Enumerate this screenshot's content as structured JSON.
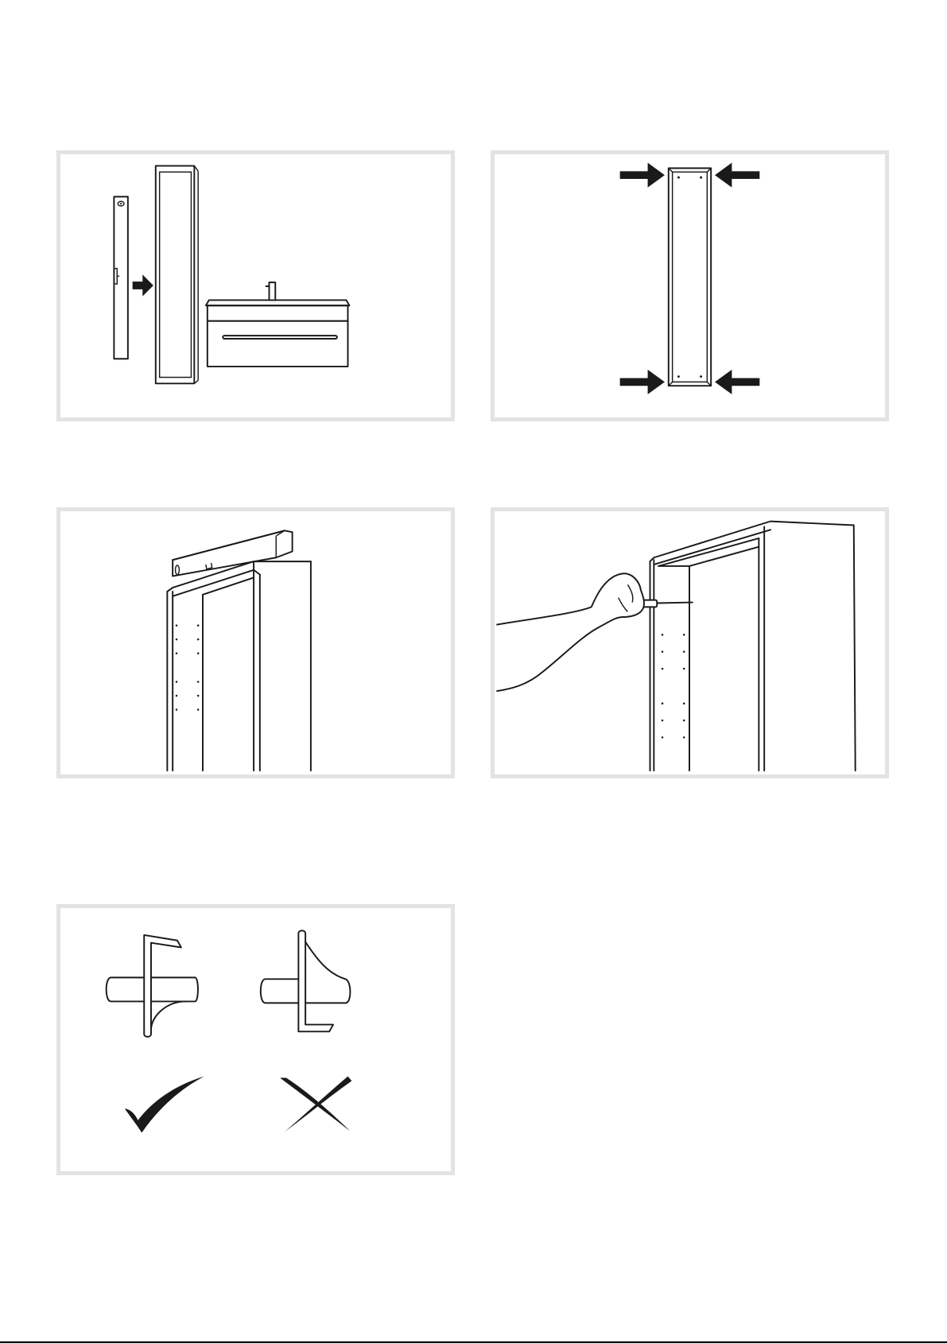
{
  "document": {
    "panels": [
      {
        "id": "step-1",
        "icons": [
          "spirit-level-icon",
          "arrow-right-icon",
          "tall-cabinet-icon",
          "vanity-unit-icon"
        ]
      },
      {
        "id": "step-2",
        "icons": [
          "cabinet-front-icon",
          "arrow-right-icon",
          "arrow-left-icon"
        ]
      },
      {
        "id": "step-3",
        "icons": [
          "spirit-level-icon",
          "cabinet-top-icon"
        ]
      },
      {
        "id": "step-4",
        "icons": [
          "hand-icon",
          "screwdriver-icon",
          "cabinet-top-icon"
        ]
      },
      {
        "id": "step-5",
        "icons": [
          "shelf-support-correct-icon",
          "shelf-support-wrong-icon",
          "check-mark-icon",
          "cross-mark-icon"
        ]
      }
    ],
    "colors": {
      "line": "#1a1a1a",
      "panel_border": "#e3e3e3",
      "background": "#ffffff"
    }
  }
}
